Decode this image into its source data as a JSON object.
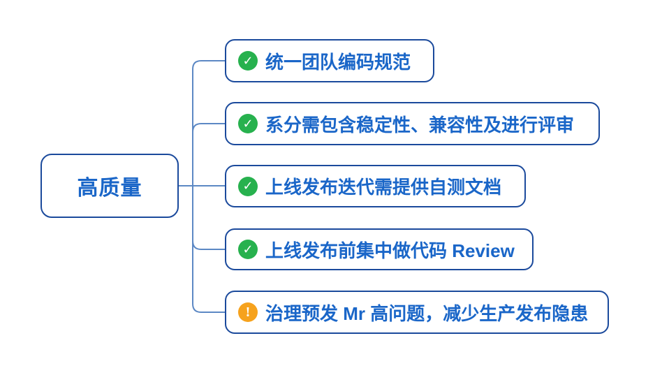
{
  "root": {
    "label": "高质量"
  },
  "branches": [
    {
      "icon": "check-circle",
      "label": "统一团队编码规范"
    },
    {
      "icon": "check-circle",
      "label": "系分需包含稳定性、兼容性及进行评审"
    },
    {
      "icon": "check-circle",
      "label": "上线发布迭代需提供自测文档"
    },
    {
      "icon": "check-circle",
      "label": "上线发布前集中做代码 Review"
    },
    {
      "icon": "warning-circle",
      "label": "治理预发 Mr 高问题，减少生产发布隐患"
    }
  ],
  "icons": {
    "check_glyph": "✓",
    "warning_glyph": "!"
  },
  "colors": {
    "background": "#ffffff",
    "node_border": "#1b4a9c",
    "node_text": "#1a66c8",
    "connector": "#5c88c4",
    "check_green": "#27b14e",
    "warning_orange": "#f6a21d"
  }
}
